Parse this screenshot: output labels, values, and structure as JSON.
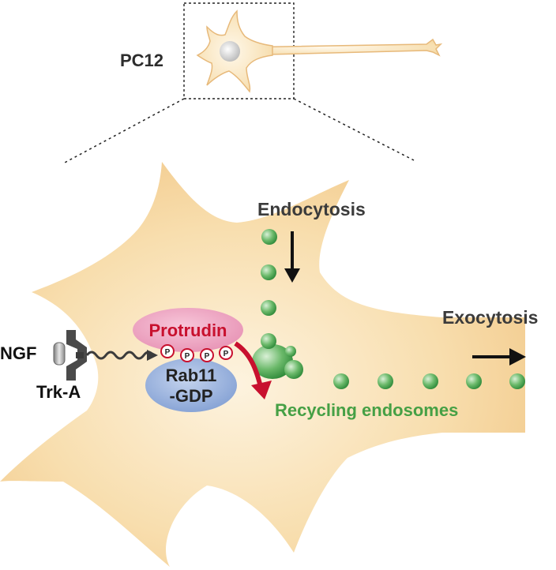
{
  "labels": {
    "cell_line": "PC12",
    "endocytosis": "Endocytosis",
    "exocytosis": "Exocytosis",
    "recycling": "Recycling endosomes",
    "ngf": "NGF",
    "receptor": "Trk-A",
    "protrudin": "Protrudin",
    "rab11_line1": "Rab11",
    "rab11_line2": "-GDP",
    "phospho": "P"
  },
  "colors": {
    "cell_fill": "#f7d9a4",
    "protrudin": "#eb9fbd",
    "protrudin_text": "#c8102e",
    "rab11": "#93acd9",
    "vesicle": "#5cab5e",
    "recycling_text": "#46a045",
    "arrow_red": "#c8102e",
    "text_dark": "#3b3b3b"
  },
  "icons": {
    "neuron": "neuron-icon",
    "receptor": "receptor-icon",
    "vesicle": "vesicle-icon",
    "phosphate": "phosphate-icon"
  }
}
